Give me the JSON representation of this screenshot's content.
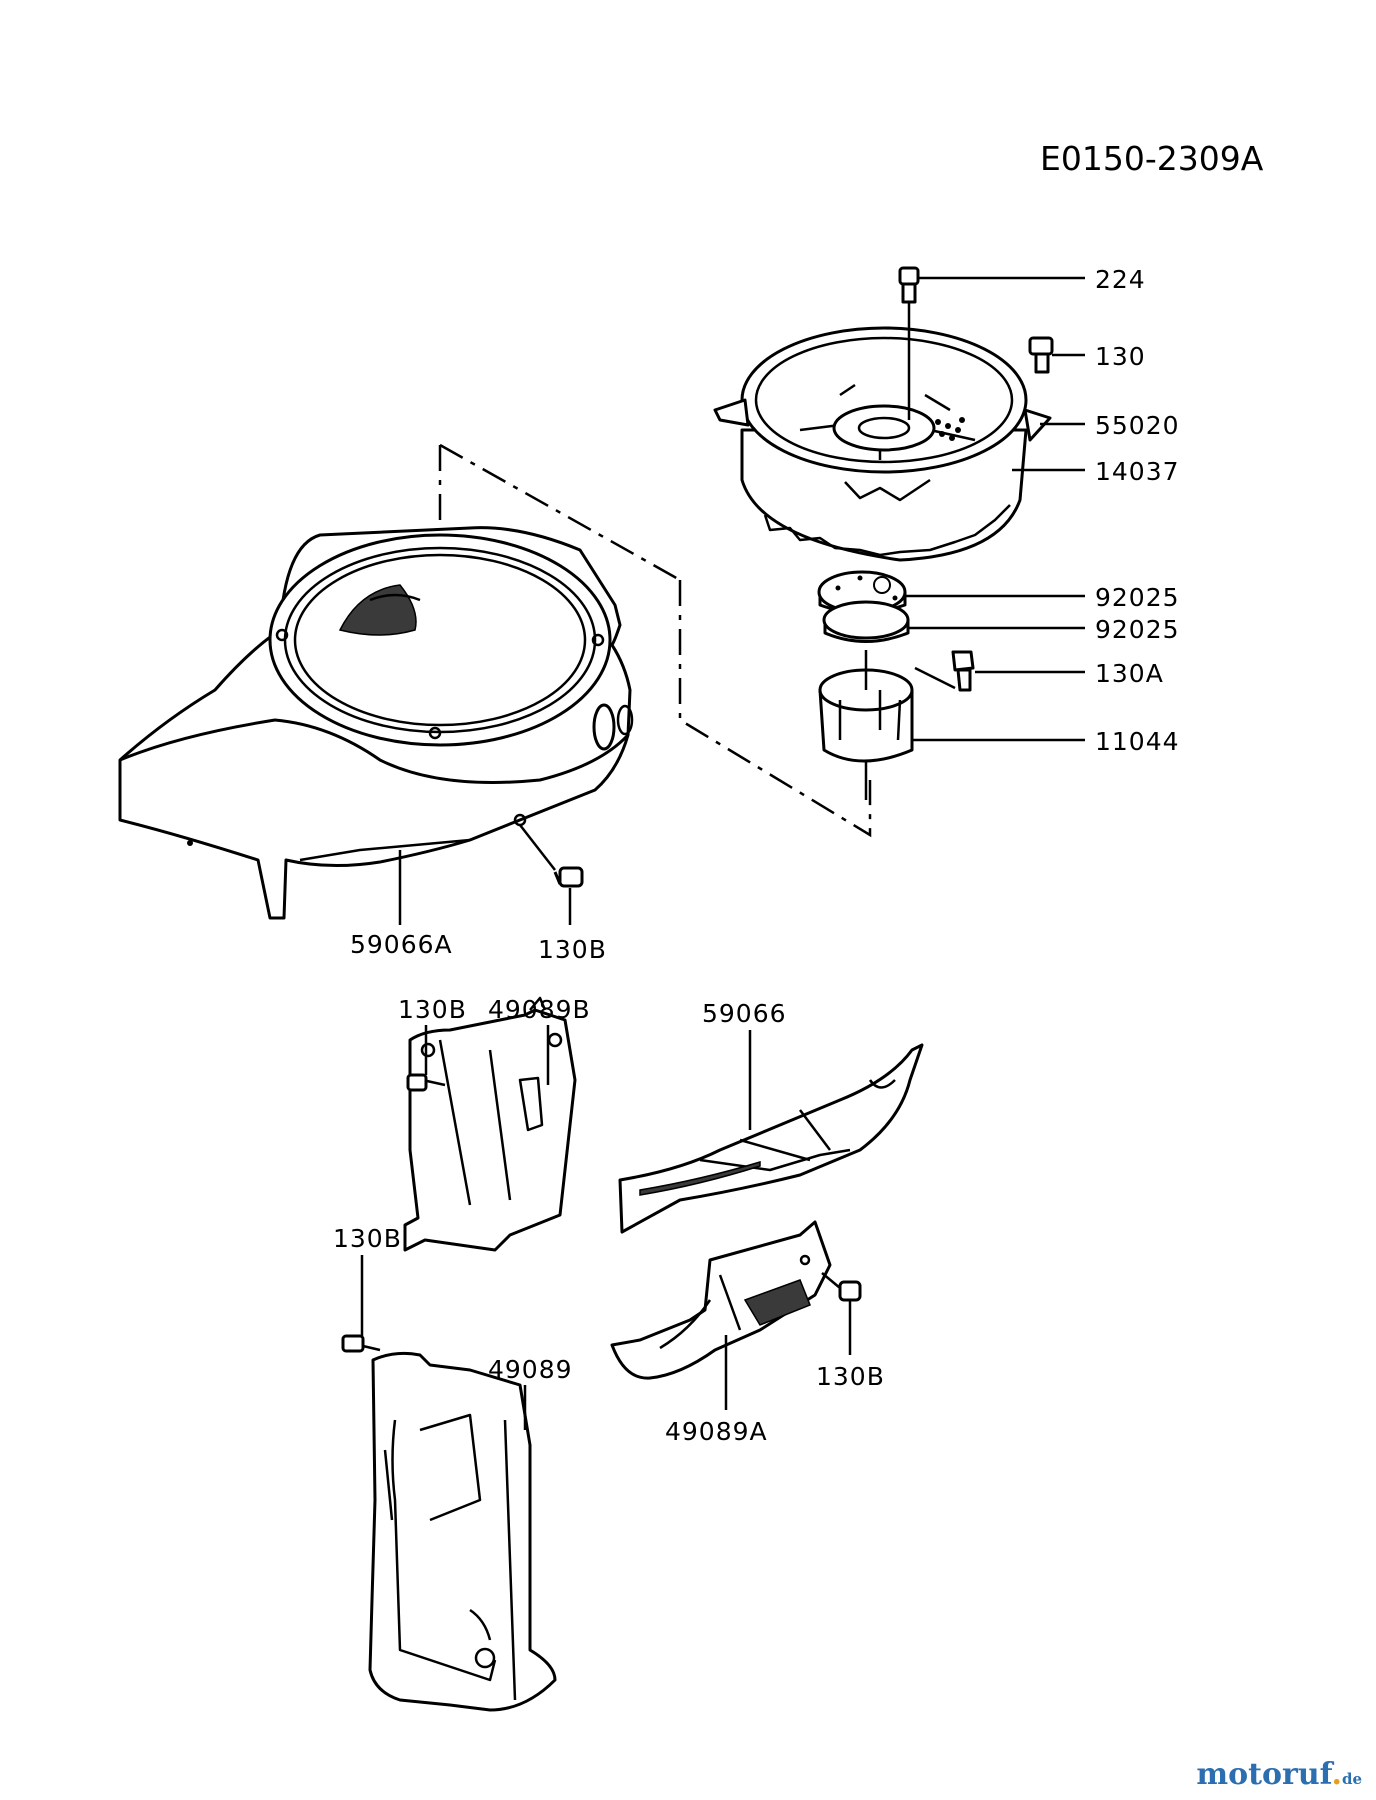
{
  "diagram_code": "E0150-2309A",
  "labels": {
    "l224": "224",
    "l130": "130",
    "l55020": "55020",
    "l14037": "14037",
    "l92025a": "92025",
    "l92025b": "92025",
    "l130A": "130A",
    "l11044": "11044",
    "l59066A": "59066A",
    "l130B_a": "130B",
    "l130B_b": "130B",
    "l49089B": "49089B",
    "l59066": "59066",
    "l130B_c": "130B",
    "l130B_d": "130B",
    "l49089": "49089",
    "l49089A": "49089A"
  },
  "watermark": {
    "name": "motoruf",
    "tld": "de"
  }
}
